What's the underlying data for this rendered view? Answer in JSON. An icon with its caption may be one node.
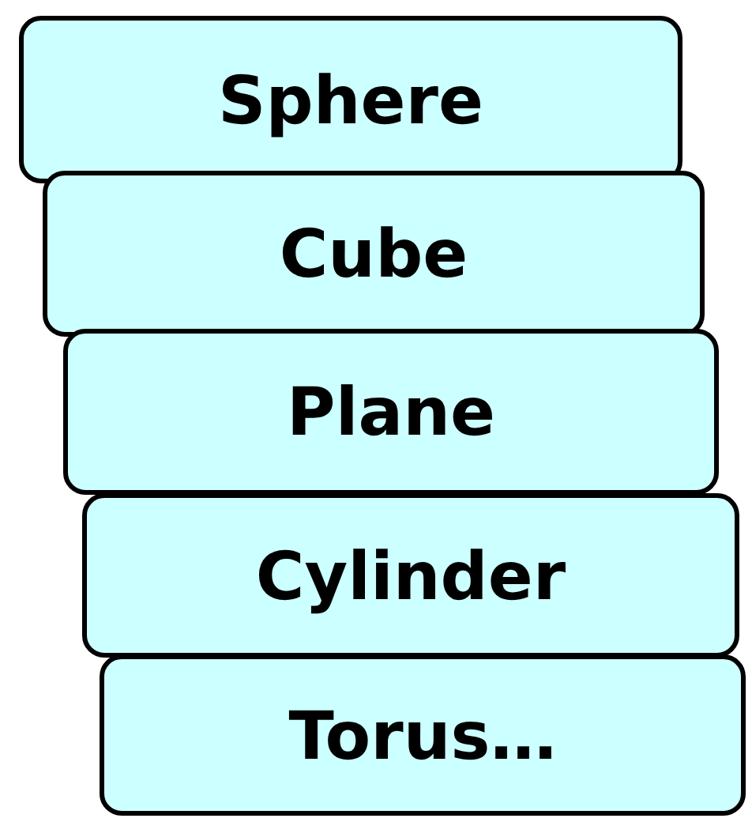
{
  "diagram": {
    "nodes": [
      {
        "text": [
          "Sphere"
        ]
      },
      {
        "text": [
          "Cube"
        ]
      },
      {
        "text": [
          "Plane"
        ]
      },
      {
        "text": [
          "Cylinder"
        ]
      },
      {
        "text": [
          "Torus…"
        ]
      }
    ]
  }
}
